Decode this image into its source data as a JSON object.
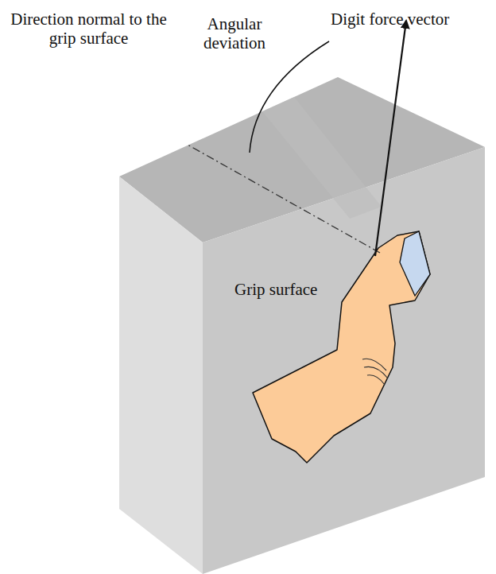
{
  "diagram": {
    "labels": [
      "Direction normal to the grip surface",
      "Angular deviation",
      "Digit force vector",
      "Grip surface"
    ]
  }
}
